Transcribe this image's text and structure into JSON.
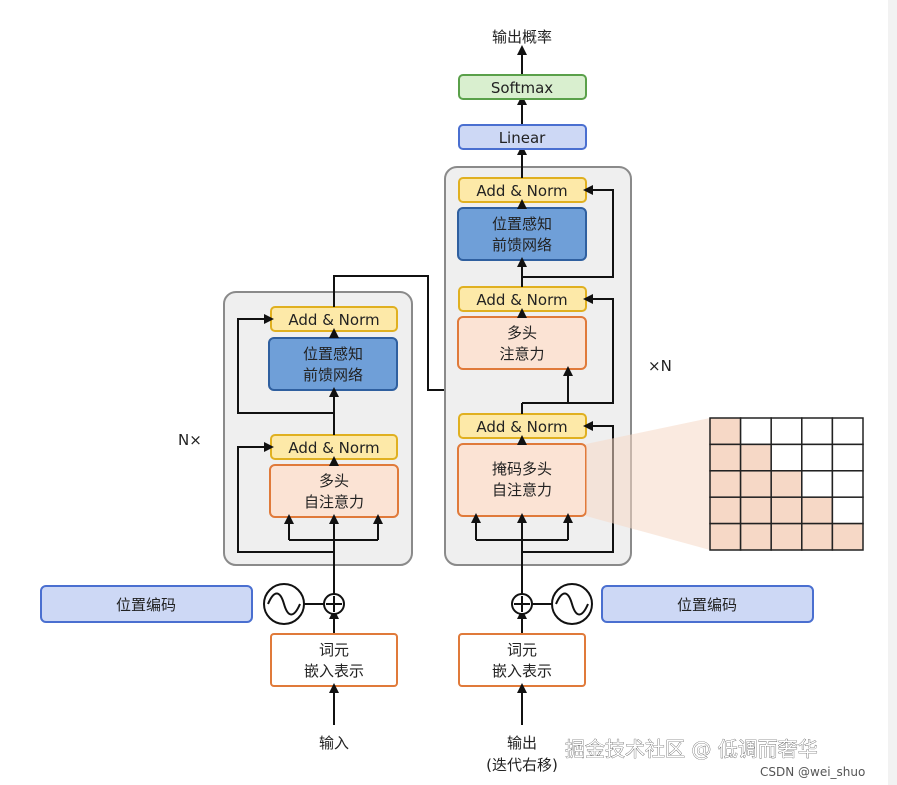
{
  "encoder": {
    "block_label": "N×",
    "add_norm_label": "Add & Norm",
    "ffn_label": [
      "位置感知",
      "前馈网络"
    ],
    "attention_label": [
      "多头",
      "自注意力"
    ],
    "embedding_label": [
      "词元",
      "嵌入表示"
    ],
    "positional_label": "位置编码",
    "input_label": "输入"
  },
  "decoder": {
    "block_label": "×N",
    "add_norm_label": "Add & Norm",
    "ffn_label": [
      "位置感知",
      "前馈网络"
    ],
    "cross_attention_label": [
      "多头",
      "注意力"
    ],
    "masked_attention_label": [
      "掩码多头",
      "自注意力"
    ],
    "embedding_label": [
      "词元",
      "嵌入表示"
    ],
    "positional_label": "位置编码",
    "output_label": [
      "输出",
      "(迭代右移)"
    ]
  },
  "head": {
    "linear_label": "Linear",
    "softmax_label": "Softmax",
    "probabilities_label": "输出概率"
  },
  "mask_grid": {
    "rows": 5,
    "cols": 5,
    "cells": [
      [
        1,
        0,
        0,
        0,
        0
      ],
      [
        1,
        1,
        0,
        0,
        0
      ],
      [
        1,
        1,
        1,
        0,
        0
      ],
      [
        1,
        1,
        1,
        1,
        0
      ],
      [
        1,
        1,
        1,
        1,
        1
      ]
    ]
  },
  "watermark": {
    "main": "掘金技术社区 @ 低调而奢华",
    "sub": "CSDN @wei_shuo"
  },
  "colors": {
    "yellow_fill": "#fde9a8",
    "yellow_stroke": "#e0b020",
    "blue_fill": "#6f9fd8",
    "blue_stroke": "#2f5f9f",
    "orange_fill": "#fbe3d4",
    "orange_stroke": "#e07a3a",
    "lightblue_fill": "#cdd8f5",
    "lightblue_stroke": "#4a6fd0",
    "green_fill": "#d9efcf",
    "green_stroke": "#5aa04a",
    "gray_fill": "#efefef",
    "gray_stroke": "#8a8a8a",
    "mask_fill": "#f6d8c6"
  }
}
